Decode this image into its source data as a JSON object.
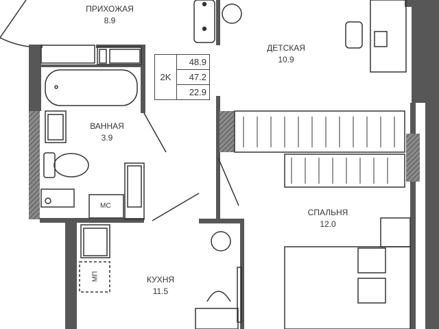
{
  "rooms": {
    "hall": {
      "name": "ПРИХОЖАЯ",
      "area": "8.9"
    },
    "kids": {
      "name": "ДЕТСКАЯ",
      "area": "10.9"
    },
    "bath": {
      "name": "ВАННАЯ",
      "area": "3.9"
    },
    "bedroom": {
      "name": "СПАЛЬНЯ",
      "area": "12.0"
    },
    "kitchen": {
      "name": "КУХНЯ",
      "area": "11.5"
    }
  },
  "summary": {
    "type": "2K",
    "total_area": "48.9",
    "living_area_total": "47.2",
    "living_area": "22.9"
  },
  "markers": {
    "ms": "МС",
    "mp": "МП"
  },
  "colors": {
    "wall": "#575757",
    "hatch": "#6a6a6a",
    "line": "#333333"
  }
}
